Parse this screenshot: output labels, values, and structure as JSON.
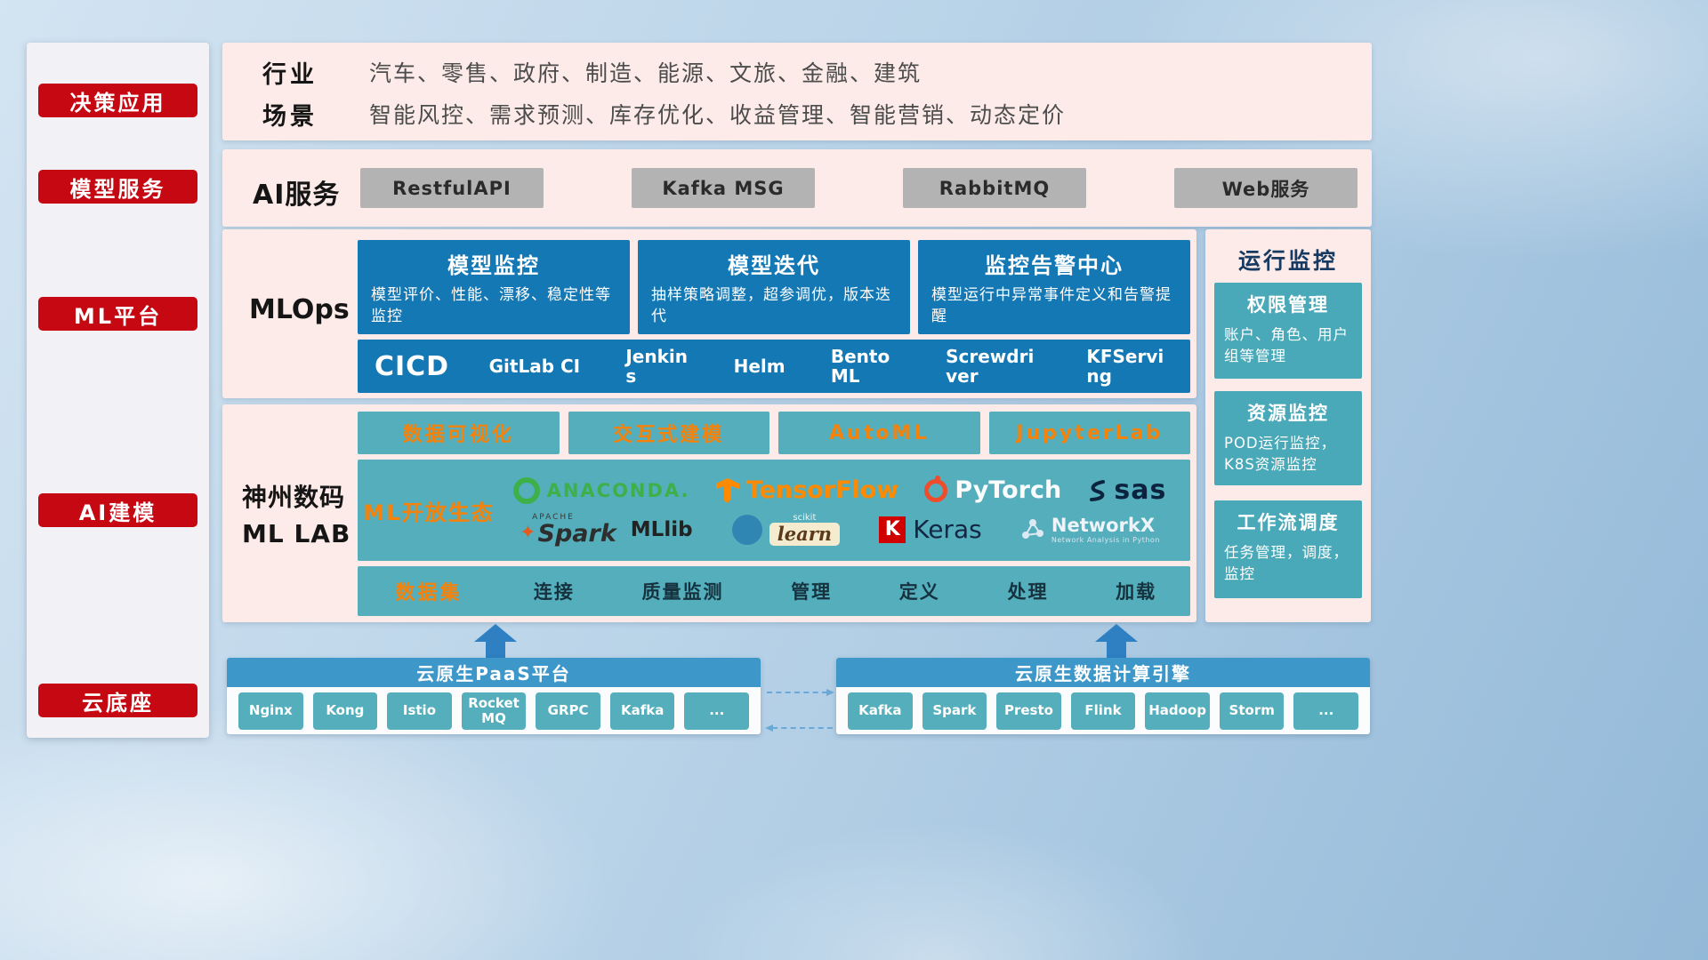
{
  "colors": {
    "red": "#c50812",
    "deep_blue": "#1478b4",
    "teal": "#54aebb",
    "orange": "#f5820b",
    "bar_blue": "#3e97c9",
    "panel_pink": "#fcebe8",
    "gray_button": "#b3b3b3"
  },
  "sidebar": {
    "items": [
      {
        "label": "决策应用"
      },
      {
        "label": "模型服务"
      },
      {
        "label": "ML平台"
      },
      {
        "label": "AI建模"
      },
      {
        "label": "云底座"
      }
    ]
  },
  "industry": {
    "rows": [
      {
        "label": "行业",
        "value": "汽车、零售、政府、制造、能源、文旅、金融、建筑"
      },
      {
        "label": "场景",
        "value": "智能风控、需求预测、库存优化、收益管理、智能营销、动态定价"
      }
    ]
  },
  "ai_services": {
    "label": "AI服务",
    "items": [
      "RestfulAPI",
      "Kafka MSG",
      "RabbitMQ",
      "Web服务"
    ]
  },
  "mlops": {
    "label": "MLOps",
    "cards": [
      {
        "title": "模型监控",
        "desc": "模型评价、性能、漂移、稳定性等监控"
      },
      {
        "title": "模型迭代",
        "desc": "抽样策略调整，超参调优，版本迭代"
      },
      {
        "title": "监控告警中心",
        "desc": "模型运行中异常事件定义和告警提醒"
      }
    ],
    "cicd_label": "CICD",
    "cicd_items": [
      "GitLab CI",
      "Jenkins",
      "Helm",
      "BentoML",
      "Screwdriver",
      "KFServing"
    ]
  },
  "monitoring": {
    "title": "运行监控",
    "cards": [
      {
        "title": "权限管理",
        "desc": "账户、角色、用户组等管理"
      },
      {
        "title": "资源监控",
        "desc": "POD运行监控，K8S资源监控"
      },
      {
        "title": "工作流调度",
        "desc": "任务管理，调度，监控"
      }
    ]
  },
  "mllab": {
    "label_line1": "神州数码",
    "label_line2": "ML LAB",
    "tools": [
      "数据可视化",
      "交互式建模",
      "AutoML",
      "JupyterLab"
    ],
    "eco_label": "ML开放生态",
    "logos": {
      "anaconda": "ANACONDA.",
      "tensorflow": "TensorFlow",
      "pytorch": "PyTorch",
      "sas": "sas",
      "spark_apache": "APACHE",
      "spark": "Spark",
      "mllib": "MLlib",
      "scikit_top": "scikit",
      "scikit": "learn",
      "keras_k": "K",
      "keras": "Keras",
      "networkx": "NetworkX",
      "networkx_sub": "Network Analysis in Python"
    },
    "dataset_label": "数据集",
    "dataset_items": [
      "连接",
      "质量监测",
      "管理",
      "定义",
      "处理",
      "加载"
    ]
  },
  "paas": {
    "title": "云原生PaaS平台",
    "items": [
      "Nginx",
      "Kong",
      "Istio",
      "RocketMQ",
      "GRPC",
      "Kafka",
      "..."
    ]
  },
  "engine": {
    "title": "云原生数据计算引擎",
    "items": [
      "Kafka",
      "Spark",
      "Presto",
      "Flink",
      "Hadoop",
      "Storm",
      "..."
    ]
  },
  "icons": {
    "spark_star": "✦"
  }
}
